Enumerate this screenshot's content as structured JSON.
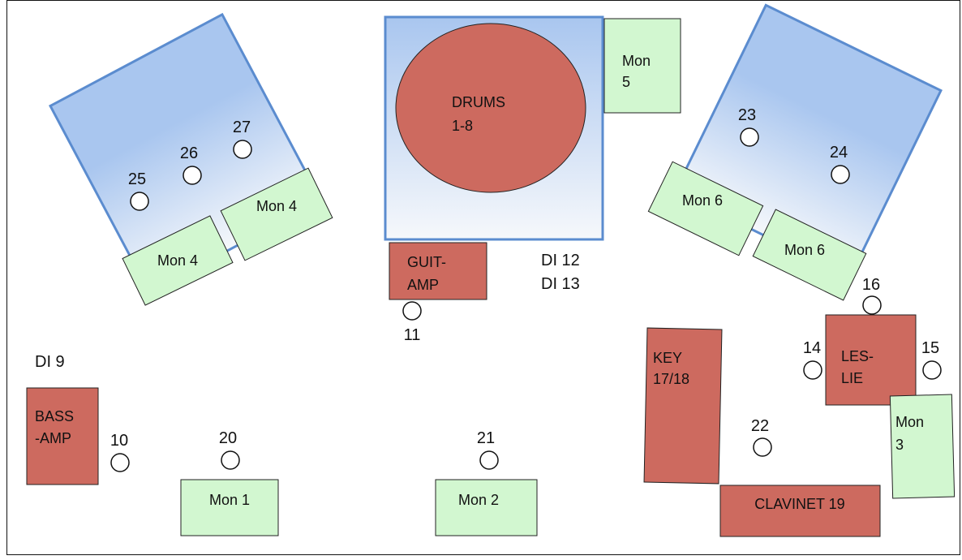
{
  "riser_colors": {
    "top": "#a9c6ef",
    "bottom": "#f6f8fb",
    "border": "#5b8ccf"
  },
  "amp_color": "#cd6a5f",
  "monitor_color": "#d2f7d0",
  "risers": {
    "left": {
      "icon": "riser-platform-icon"
    },
    "center": {
      "icon": "riser-platform-icon"
    },
    "right": {
      "icon": "riser-platform-icon"
    }
  },
  "drums": {
    "label_line1": "DRUMS",
    "label_line2": "1-8"
  },
  "amps": {
    "guit": {
      "line1": "GUIT-",
      "line2": "AMP"
    },
    "bass": {
      "line1": "BASS",
      "line2": "-AMP"
    },
    "key": {
      "line1": "KEY",
      "line2": "17/18"
    },
    "leslie": {
      "line1": "LES-",
      "line2": "LIE"
    },
    "clavinet": {
      "line1": "CLAVINET 19"
    }
  },
  "monitors": {
    "mon5": {
      "line1": "Mon",
      "line2": "5"
    },
    "mon4a": {
      "line1": "Mon 4"
    },
    "mon4b": {
      "line1": "Mon 4"
    },
    "mon6a": {
      "line1": "Mon 6"
    },
    "mon6b": {
      "line1": "Mon 6"
    },
    "mon3": {
      "line1": "Mon",
      "line2": "3"
    },
    "mon1": {
      "line1": "Mon 1"
    },
    "mon2": {
      "line1": "Mon 2"
    }
  },
  "di_labels": {
    "di12": "DI 12",
    "di13": "DI 13",
    "di9": "DI 9"
  },
  "inputs": {
    "i25": "25",
    "i26": "26",
    "i27": "27",
    "i23": "23",
    "i24": "24",
    "i11": "11",
    "i16": "16",
    "i14": "14",
    "i15": "15",
    "i22": "22",
    "i10": "10",
    "i20": "20",
    "i21": "21"
  }
}
